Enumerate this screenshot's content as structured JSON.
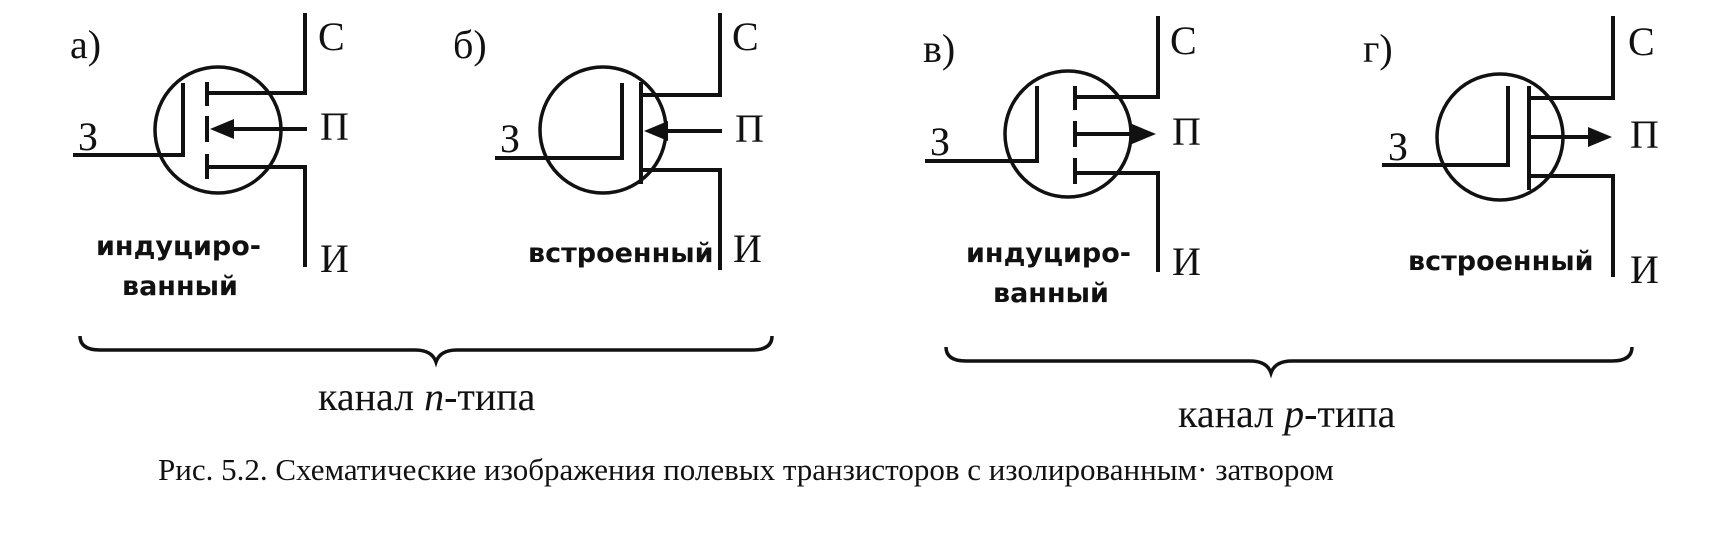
{
  "panels": [
    {
      "id": "a",
      "letter": "а)",
      "drain": "С",
      "gate": "З",
      "substrate": "П",
      "source": "И",
      "note": [
        "индуциро-",
        "ванный"
      ],
      "channel_kind": "induced",
      "arrow": "in"
    },
    {
      "id": "b",
      "letter": "б)",
      "drain": "С",
      "gate": "З",
      "substrate": "П",
      "source": "И",
      "note": [
        "встроенный"
      ],
      "channel_kind": "built-in",
      "arrow": "in"
    },
    {
      "id": "c",
      "letter": "в)",
      "drain": "С",
      "gate": "З",
      "substrate": "П",
      "source": "И",
      "note": [
        "индуциро-",
        "ванный"
      ],
      "channel_kind": "induced",
      "arrow": "out"
    },
    {
      "id": "d",
      "letter": "г)",
      "drain": "С",
      "gate": "З",
      "substrate": "П",
      "source": "И",
      "note": [
        "встроенный"
      ],
      "channel_kind": "built-in",
      "arrow": "out"
    }
  ],
  "groups": [
    {
      "label_prefix": "канал ",
      "label_italic": "n",
      "label_suffix": "-типа"
    },
    {
      "label_prefix": "канал ",
      "label_italic": "p",
      "label_suffix": "-типа"
    }
  ],
  "caption": "Рис. 5.2. Схематические изображения полевых транзисторов с изолированным· затвором"
}
